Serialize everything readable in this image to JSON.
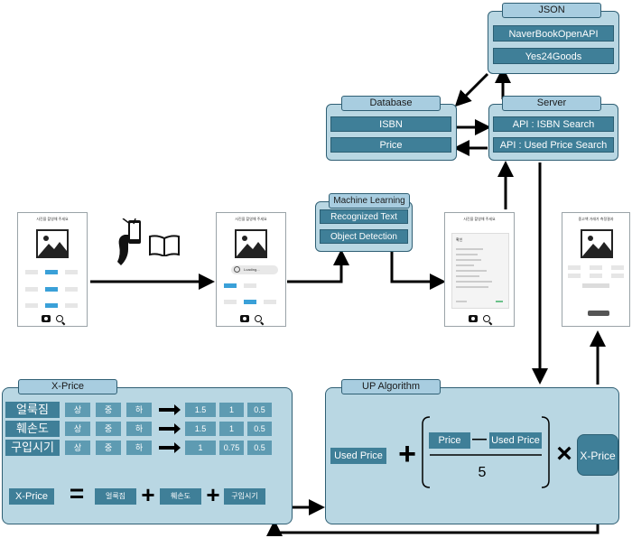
{
  "json_box": {
    "title": "JSON",
    "items": [
      "NaverBookOpenAPI",
      "Yes24Goods"
    ]
  },
  "database_box": {
    "title": "Database",
    "items": [
      "ISBN",
      "Price"
    ]
  },
  "server_box": {
    "title": "Server",
    "items": [
      "API : ISBN Search",
      "API : Used Price Search"
    ]
  },
  "ml_box": {
    "title": "Machine Learning",
    "items": [
      "Recognized Text",
      "Object Detection"
    ]
  },
  "phones": {
    "p1_title": "사진을 촬영해 주세요",
    "p2_title": "사진을 촬영해 주세요",
    "p2_loading": "Loading...",
    "p3_title": "사진을 촬영해 주세요",
    "p3_dialog": "확인",
    "p4_title": "중고책 거래가 측정결과"
  },
  "xprice_box": {
    "title": "X-Price",
    "rows": [
      {
        "label": "얼룩짐",
        "grades": [
          "상",
          "중",
          "하"
        ],
        "values": [
          "1.5",
          "1",
          "0.5"
        ]
      },
      {
        "label": "훼손도",
        "grades": [
          "상",
          "중",
          "하"
        ],
        "values": [
          "1.5",
          "1",
          "0.5"
        ]
      },
      {
        "label": "구입시기",
        "grades": [
          "상",
          "중",
          "하"
        ],
        "values": [
          "1",
          "0.75",
          "0.5"
        ]
      }
    ],
    "formula": {
      "result": "X-Price",
      "eq": "=",
      "terms": [
        "얼룩짐",
        "훼손도",
        "구입시기"
      ],
      "plus": "+"
    }
  },
  "up_box": {
    "title": "UP Algorithm",
    "used_price": "Used Price",
    "plus": "+",
    "price": "Price",
    "minus": "—",
    "used_price2": "Used Price",
    "denominator": "5",
    "times": "×",
    "xprice": "X-Price"
  },
  "colors": {
    "panel": "#b9d7e3",
    "pill": "#3f7f98",
    "border": "#2f5f74",
    "cell": "#5e9bb2"
  }
}
